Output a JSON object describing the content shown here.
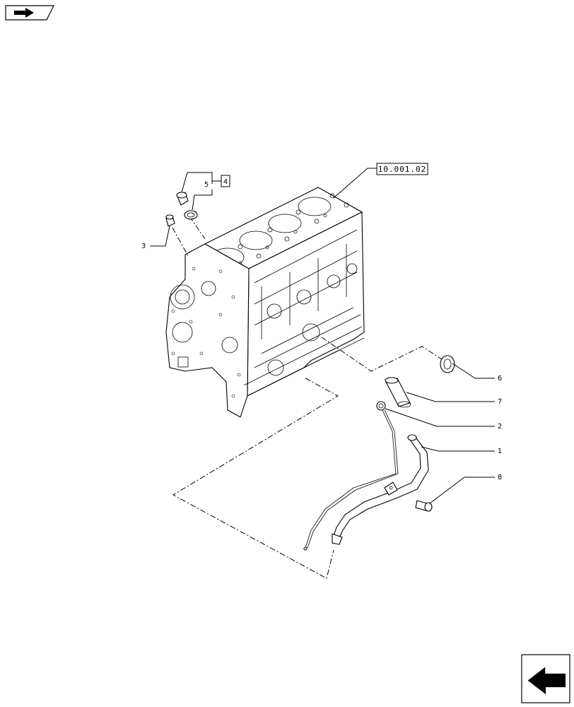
{
  "icons": {
    "top_left": "previous-page-icon",
    "bottom_right": "next-page-icon"
  },
  "reference_box": "10.001.02",
  "callouts": [
    {
      "id": "1"
    },
    {
      "id": "2"
    },
    {
      "id": "3"
    },
    {
      "id": "4"
    },
    {
      "id": "5"
    },
    {
      "id": "6"
    },
    {
      "id": "7"
    },
    {
      "id": "8"
    }
  ]
}
